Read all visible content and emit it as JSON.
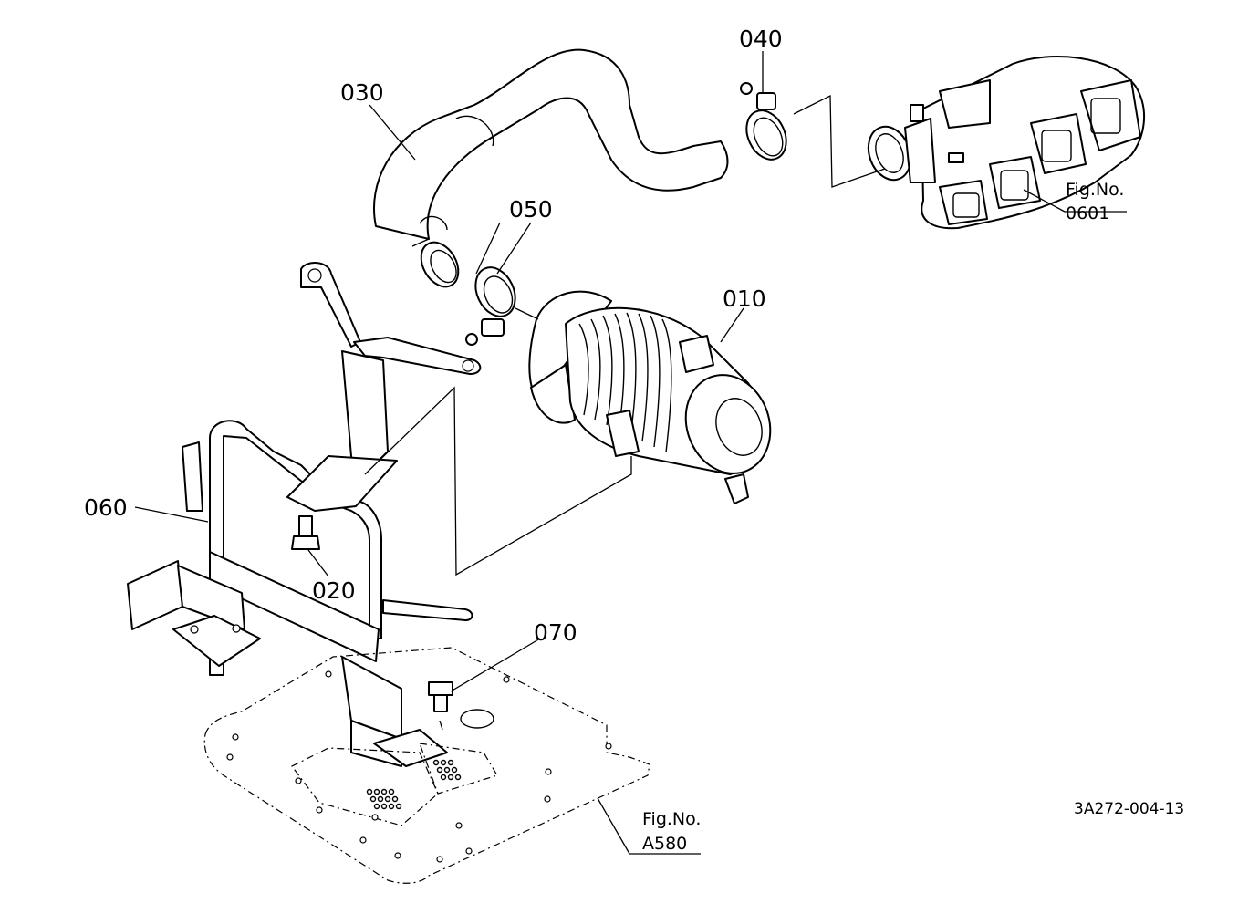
{
  "diagram": {
    "part_labels": {
      "p010": "010",
      "p020": "020",
      "p030": "030",
      "p040": "040",
      "p050": "050",
      "p060": "060",
      "p070": "070"
    },
    "figure_refs": {
      "manifold": {
        "line1": "Fig.No.",
        "line2": "0601"
      },
      "floor": {
        "line1": "Fig.No.",
        "line2": "A580"
      }
    },
    "drawing_code": "3A272-004-13"
  }
}
